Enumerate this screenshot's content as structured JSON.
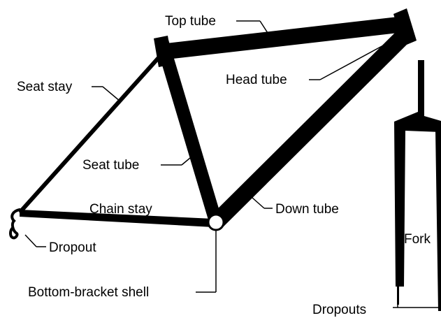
{
  "colors": {
    "frame": "#000000",
    "background": "#ffffff"
  },
  "labels": {
    "top_tube": "Top tube",
    "head_tube": "Head tube",
    "seat_stay": "Seat stay",
    "seat_tube": "Seat tube",
    "chain_stay": "Chain stay",
    "down_tube": "Down tube",
    "fork": "Fork",
    "dropout": "Dropout",
    "bottom_bracket_shell": "Bottom-bracket shell",
    "dropouts": "Dropouts"
  }
}
